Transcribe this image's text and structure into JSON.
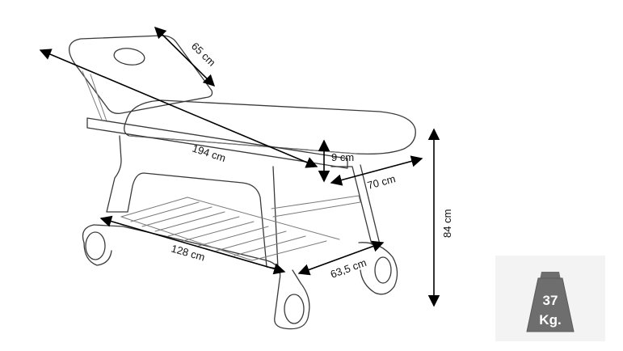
{
  "dimensions": {
    "headrest_length": "65 cm",
    "overall_length": "194 cm",
    "cushion_thickness": "9 cm",
    "width": "70 cm",
    "height": "84 cm",
    "shelf_length": "128 cm",
    "shelf_width": "63,5 cm"
  },
  "weight_badge": {
    "value": "37",
    "unit": "Kg.",
    "icon": "weight-icon",
    "color": "#6e6e6e"
  }
}
